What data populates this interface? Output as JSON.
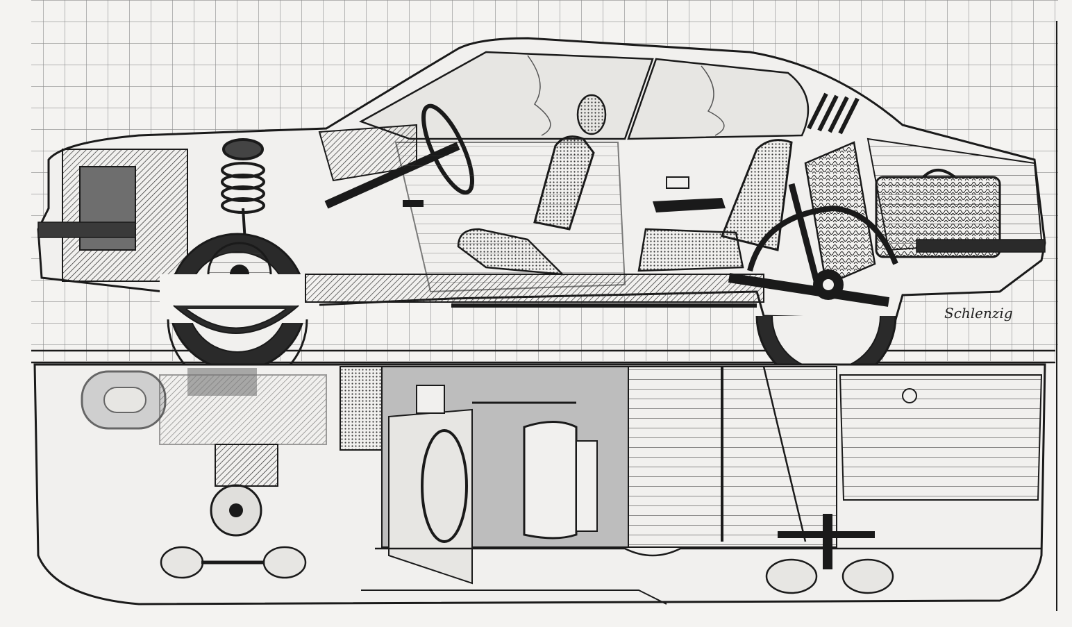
{
  "drawing": {
    "subject": "cutaway-car-illustration",
    "views": [
      "side-cutaway-view",
      "underside-plan-view"
    ],
    "signature": "Schlenzig",
    "palette": {
      "paper": "#f4f3f1",
      "grid": "#8a8a8a",
      "ink": "#1a1a1a",
      "shade": "#6e6e6e",
      "light_shade": "#bdbdbd"
    }
  }
}
